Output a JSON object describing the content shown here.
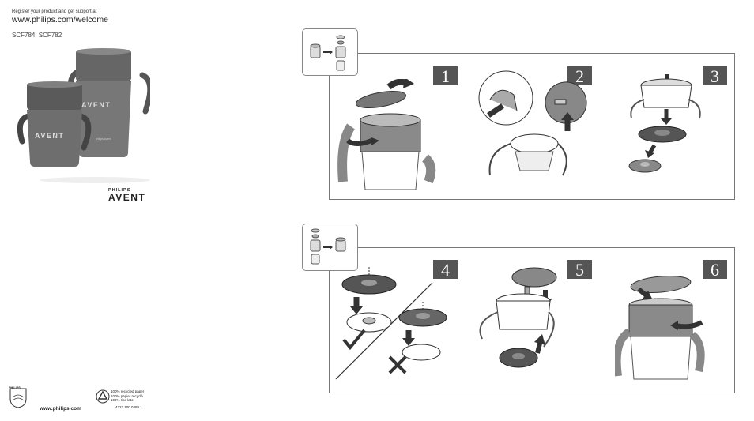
{
  "sidebar": {
    "register_text": "Register your product and get support at",
    "url": "www.philips.com/welcome",
    "models": "SCF784, SCF782",
    "cup_logo": "AVENT",
    "cup_small_text": "philips avent",
    "brand_philips": "PHILIPS",
    "brand_avent": "AVENT"
  },
  "footer": {
    "philips_label": "PHILIPS",
    "url": "www.philips.com",
    "recycle_lines": [
      "100% recycled paper",
      "100% papier recyclé",
      "100% riso lato"
    ],
    "part_number": "4222.100.0489.1"
  },
  "steps": [
    {
      "number": "1"
    },
    {
      "number": "2"
    },
    {
      "number": "3"
    },
    {
      "number": "4"
    },
    {
      "number": "5"
    },
    {
      "number": "6"
    }
  ],
  "colors": {
    "grey_dark": "#555555",
    "grey_mid": "#8a8a8a",
    "grey_light": "#d9d9d9"
  }
}
